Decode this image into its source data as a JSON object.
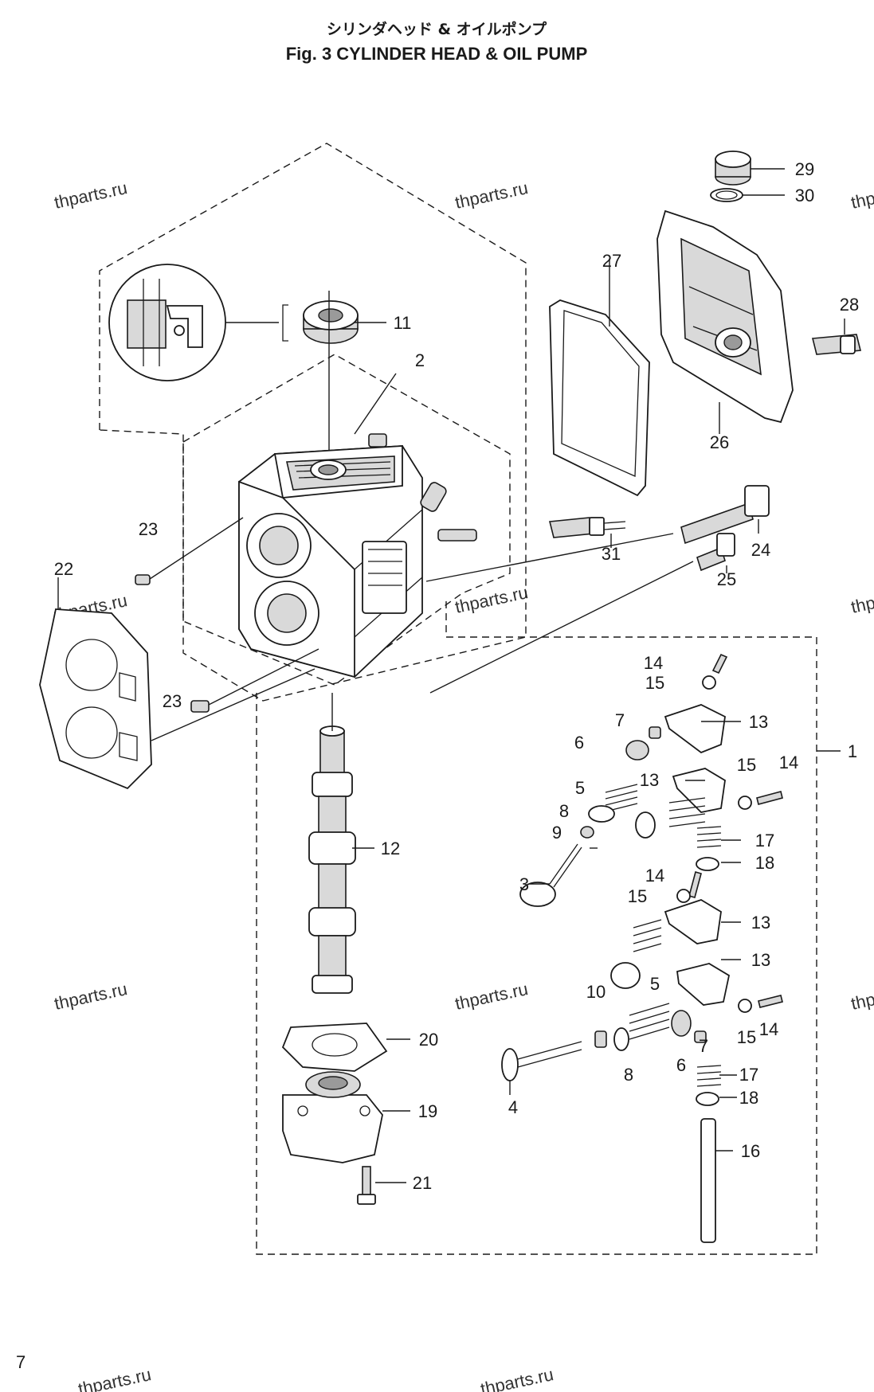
{
  "title_jp": "シリンダヘッド & オイルポンプ",
  "title_en": "Fig. 3    CYLINDER HEAD & OIL PUMP",
  "page_number": "7",
  "watermark": "thparts.ru",
  "callouts": {
    "c1": "1",
    "c2": "2",
    "c3": "3",
    "c4": "4",
    "c5a": "5",
    "c5b": "5",
    "c6a": "6",
    "c6b": "6",
    "c7a": "7",
    "c7b": "7",
    "c8a": "8",
    "c8b": "8",
    "c9": "9",
    "c10": "10",
    "c11": "11",
    "c12": "12",
    "c13a": "13",
    "c13b": "13",
    "c13c": "13",
    "c13d": "13",
    "c14a": "14",
    "c14b": "14",
    "c14c": "14",
    "c14d": "14",
    "c15a": "15",
    "c15b": "15",
    "c15c": "15",
    "c15d": "15",
    "c16": "16",
    "c17a": "17",
    "c17b": "17",
    "c18a": "18",
    "c18b": "18",
    "c19": "19",
    "c20": "20",
    "c21": "21",
    "c22": "22",
    "c23a": "23",
    "c23b": "23",
    "c24": "24",
    "c25": "25",
    "c26": "26",
    "c27": "27",
    "c28": "28",
    "c29": "29",
    "c30": "30",
    "c31": "31"
  }
}
